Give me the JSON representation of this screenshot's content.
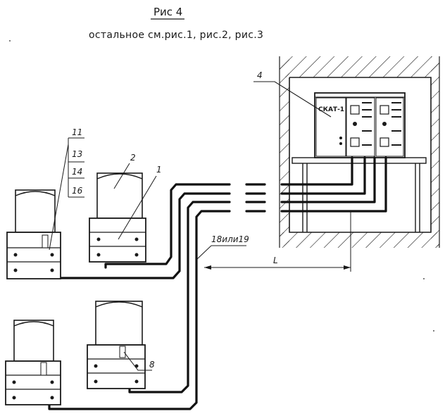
{
  "title": "Рис 4",
  "subtitle": "остальное см.рис.1, рис.2, рис.3",
  "callouts": {
    "c1": "1",
    "c2": "2",
    "c4": "4",
    "c8": "8",
    "c11": "11",
    "c13": "13",
    "c14": "14",
    "c16": "16",
    "c18or19": "18или19",
    "dim_L": "L"
  },
  "device": {
    "label": "СКАТ-1"
  }
}
